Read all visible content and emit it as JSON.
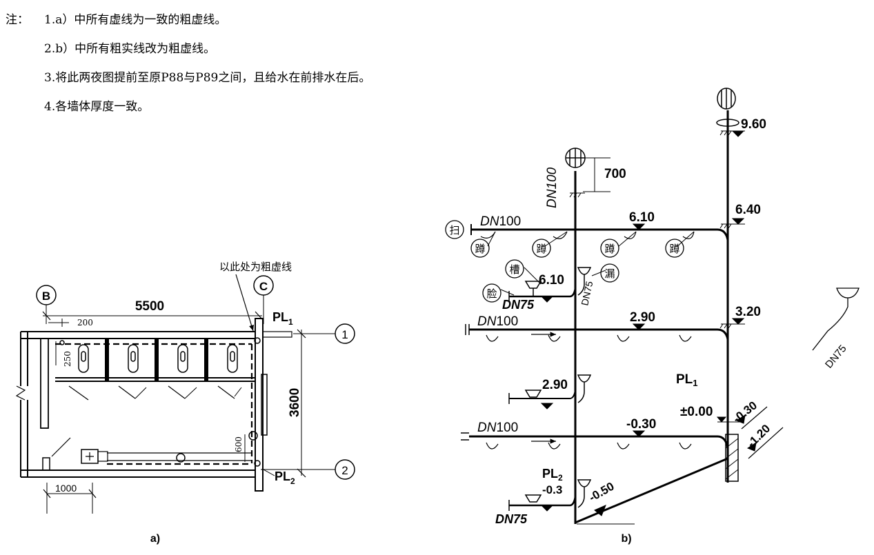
{
  "notes": {
    "heading": "注：",
    "items": [
      "1.a）中所有虚线为一致的粗虚线。",
      "2.b）中所有粗实线改为粗虚线。",
      "3.将此两夜图提前至原P88与P89之间，且给水在前排水在后。",
      "4.各墙体厚度一致。"
    ]
  },
  "plan_a": {
    "caption": "a)",
    "annotation": "以此处为粗虚线",
    "axis_b": "B",
    "axis_c": "C",
    "axis_1": "1",
    "axis_2": "2",
    "dim_width": "5500",
    "dim_height": "3600",
    "dim_200": "200",
    "dim_250": "250",
    "dim_600": "600",
    "dim_1000": "1000",
    "pl1_base": "PL",
    "pl1_sub": "1",
    "pl2_base": "PL",
    "pl2_sub": "2"
  },
  "system_b": {
    "caption": "b)",
    "dn100_vertical": "DN100",
    "dim_700": "700",
    "elev_960": "9.60",
    "elev_640": "6.40",
    "elev_610_main": "6.10",
    "elev_610_branch": "6.10",
    "elev_320": "3.20",
    "elev_290_main": "2.90",
    "elev_290_branch": "2.90",
    "elev_000": "±0.00",
    "elev_m030_main": "-0.30",
    "elev_m030_wall": "-0.30",
    "elev_m120": "-1.20",
    "elev_m050": "-0.50",
    "elev_m03": "-0.3",
    "dn100_top_prefix": "DN",
    "dn100_top_suffix": "100",
    "dn100_mid_prefix": "DN",
    "dn100_mid_suffix": "100",
    "dn100_low_prefix": "DN",
    "dn100_low_suffix": "100",
    "dn75_upper": "DN75",
    "dn75_lower": "DN75",
    "dn75_vertical": "DN75",
    "pl1_base": "PL",
    "pl1_sub": "1",
    "pl2_base": "PL",
    "pl2_sub": "2",
    "circle_labels": {
      "cleanout": "扫",
      "squat1": "蹲",
      "squat2": "蹲",
      "squat3": "蹲",
      "squat4": "蹲",
      "trough": "槽",
      "funnel": "漏",
      "basin": "脸"
    }
  },
  "side_detail": {
    "label": "DN75"
  }
}
